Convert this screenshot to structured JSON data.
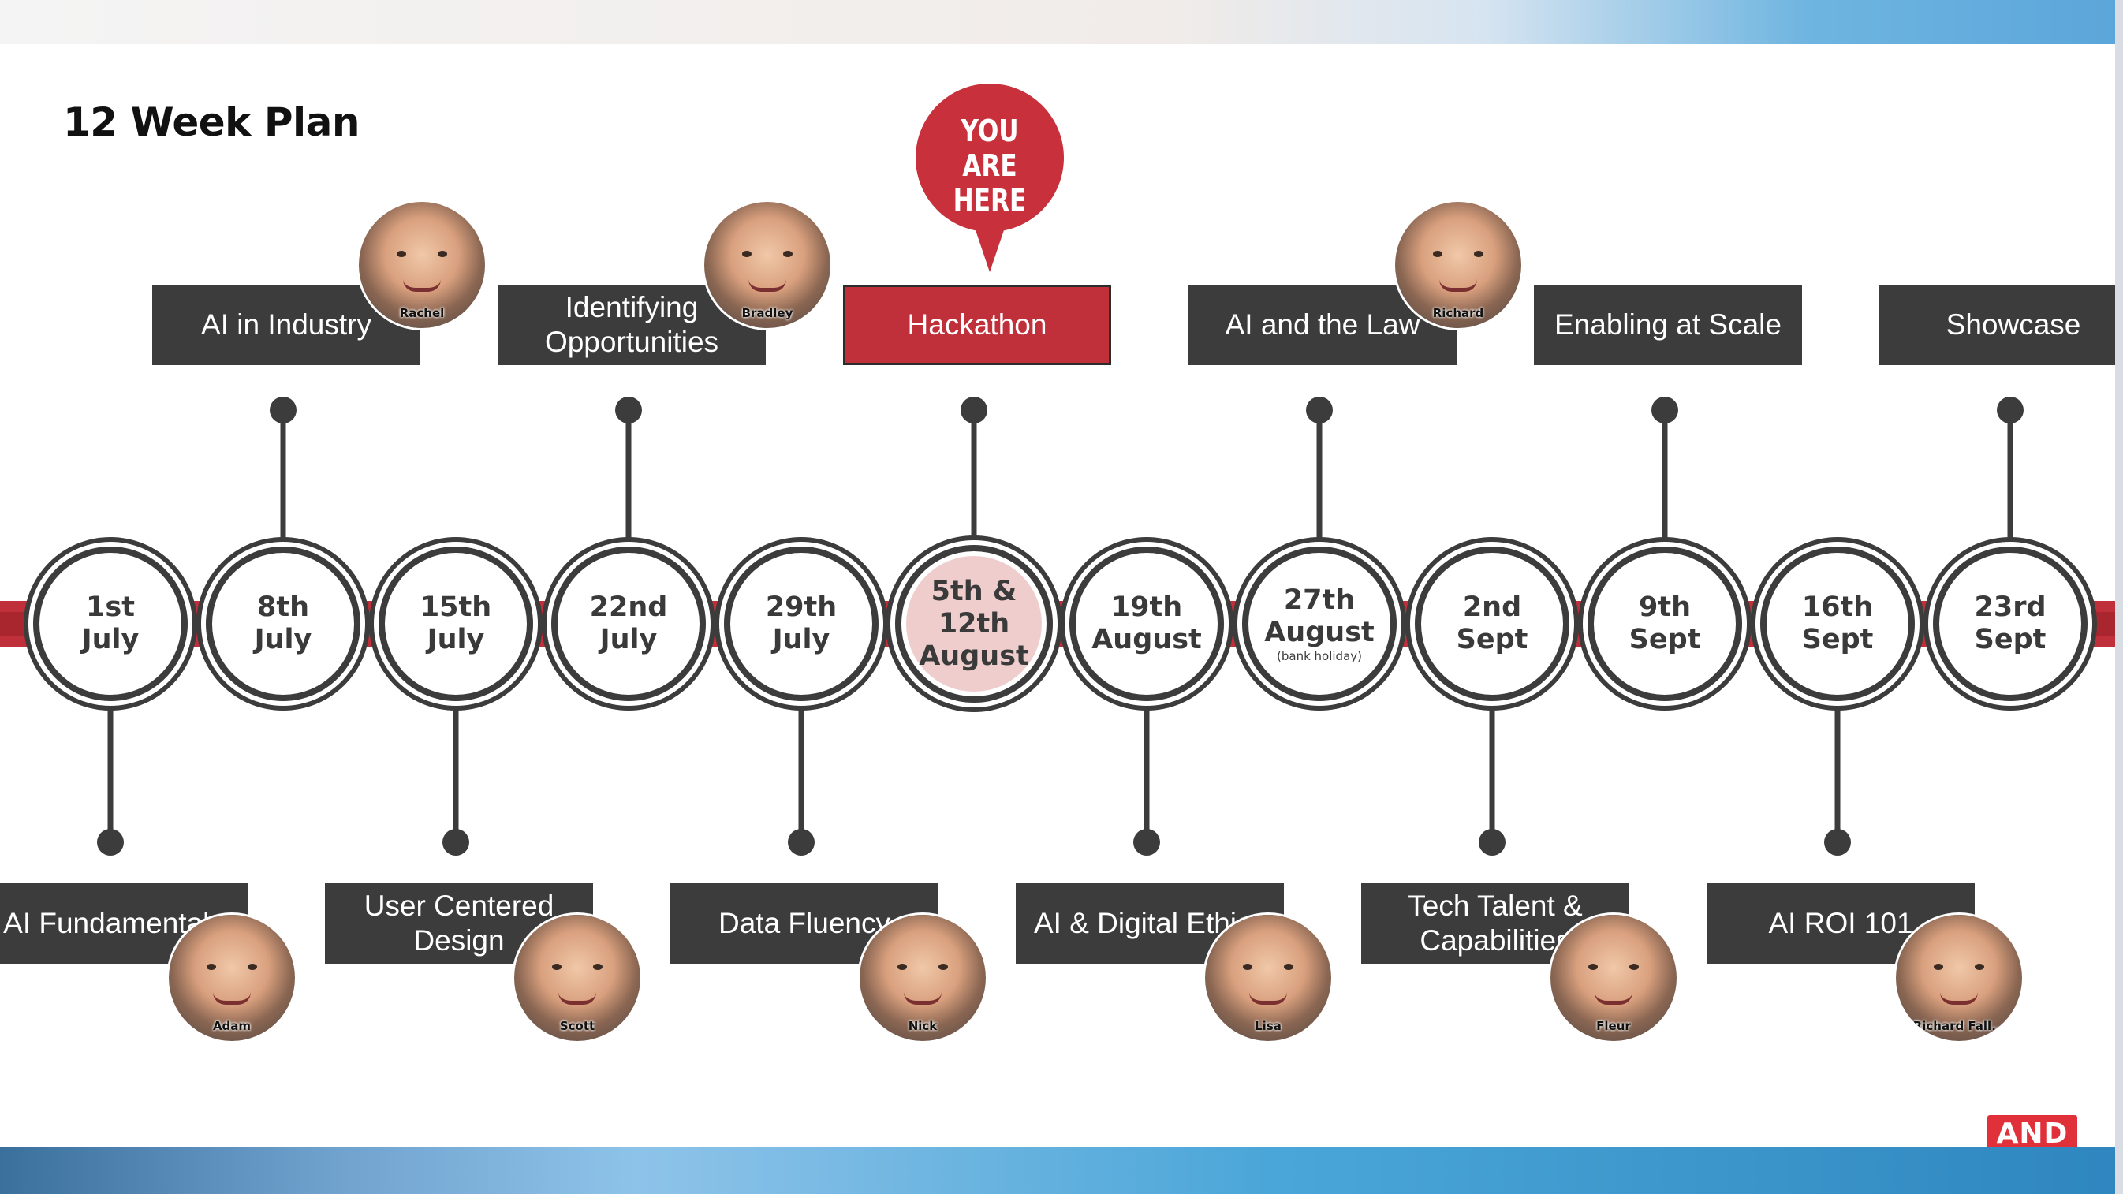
{
  "slide": {
    "title": "12 Week Plan",
    "you_are_here": "YOU ARE HERE",
    "logo": "AND"
  },
  "colors": {
    "accent_red": "#c0303a",
    "dark_grey": "#3c3c3c",
    "highlight_pink": "#efcdcd"
  },
  "weeks": [
    {
      "date": "1st July",
      "note": "",
      "session": "AI Fundamentals",
      "speaker": "Adam",
      "position": "bottom"
    },
    {
      "date": "8th July",
      "note": "",
      "session": "AI in Industry",
      "speaker": "Rachel",
      "position": "top"
    },
    {
      "date": "15th July",
      "note": "",
      "session": "User Centered Design",
      "speaker": "Scott",
      "position": "bottom"
    },
    {
      "date": "22nd July",
      "note": "",
      "session": "Identifying Opportunities",
      "speaker": "Bradley",
      "position": "top"
    },
    {
      "date": "29th July",
      "note": "",
      "session": "Data Fluency",
      "speaker": "Nick",
      "position": "bottom"
    },
    {
      "date": "5th & 12th August",
      "note": "",
      "session": "Hackathon",
      "speaker": "",
      "position": "top",
      "current": true
    },
    {
      "date": "19th August",
      "note": "",
      "session": "AI & Digital Ethics",
      "speaker": "Lisa",
      "position": "bottom"
    },
    {
      "date": "27th August",
      "note": "(bank holiday)",
      "session": "AI and the Law",
      "speaker": "Richard",
      "position": "top"
    },
    {
      "date": "2nd Sept",
      "note": "",
      "session": "Tech Talent & Capabilities",
      "speaker": "Fleur",
      "position": "bottom"
    },
    {
      "date": "9th Sept",
      "note": "",
      "session": "Enabling at Scale",
      "speaker": "",
      "position": "top"
    },
    {
      "date": "16th Sept",
      "note": "",
      "session": "AI ROI 101",
      "speaker": "Richard Fall...",
      "position": "bottom"
    },
    {
      "date": "23rd Sept",
      "note": "",
      "session": "Showcase",
      "speaker": "",
      "position": "top"
    }
  ]
}
